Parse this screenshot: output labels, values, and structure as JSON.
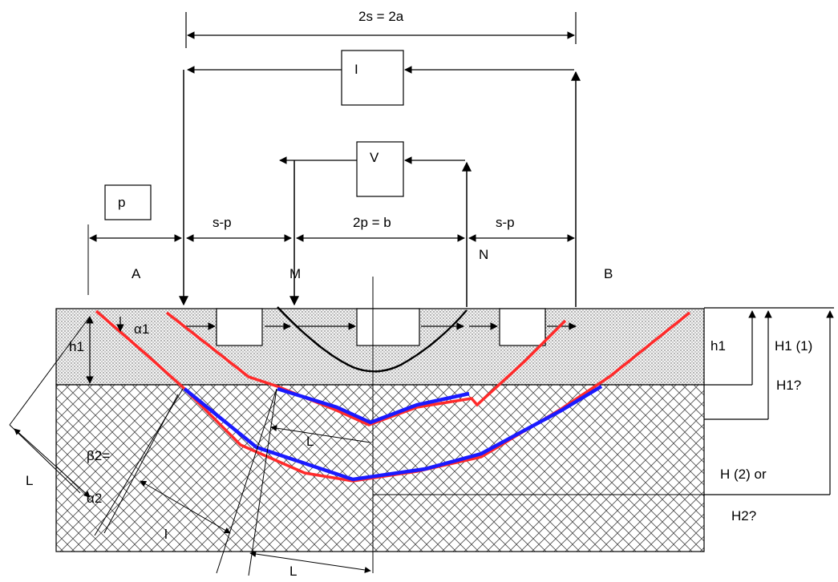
{
  "labels": {
    "spacing_ab": "2s = 2a",
    "current_source": "I",
    "voltmeter": "V",
    "p_box": "p",
    "spacing_am": "s-p",
    "spacing_mn": "2p = b",
    "spacing_nb": "s-p",
    "electrode_a": "A",
    "electrode_m": "M",
    "electrode_n": "N",
    "electrode_b": "B",
    "layer1_thickness_left": "h1",
    "alpha1": "α1",
    "layer1_thickness_right": "h1",
    "depth_h1_1": "H1 (1)",
    "depth_h1_q": "H1?",
    "beta2": "β2=",
    "alpha2": "α2",
    "depth_h2_or": "H (2)  or",
    "depth_h2_q": "H2?",
    "length_l_left": "L",
    "length_l_mid": "L",
    "length_l_bottom": "L",
    "length_l_small": "l"
  },
  "colors": {
    "ray_path": "#ff2a2a",
    "refracted_path": "#1a1aff",
    "equipotential": "#000000",
    "layer_outline": "#000000"
  }
}
